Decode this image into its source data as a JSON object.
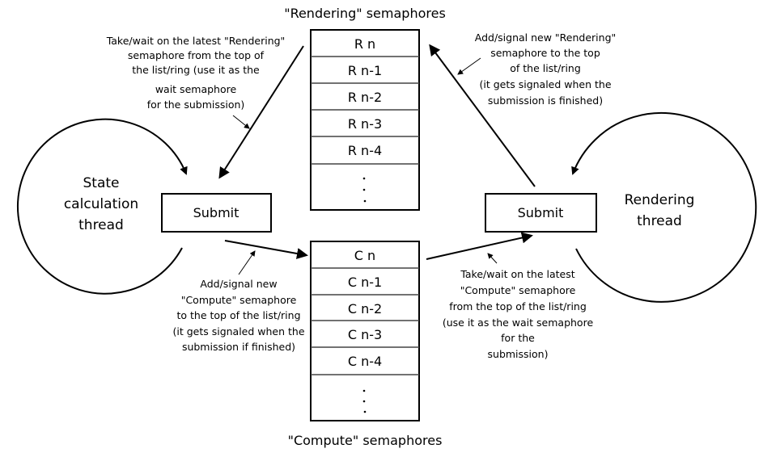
{
  "diagram": {
    "rendering_stack": {
      "title": "\"Rendering\" semaphores",
      "cells": [
        "R n",
        "R n-1",
        "R n-2",
        "R n-3",
        "R n-4"
      ],
      "ellipsis": "⋮"
    },
    "compute_stack": {
      "title": "\"Compute\" semaphores",
      "cells": [
        "C n",
        "C n-1",
        "C n-2",
        "C n-3",
        "C n-4"
      ],
      "ellipsis": "⋮"
    },
    "left_thread": {
      "lines": [
        "State",
        "calculation",
        "thread"
      ],
      "submit_label": "Submit",
      "loop_icon": "circular-arrow-icon"
    },
    "right_thread": {
      "lines": [
        "Rendering",
        "thread"
      ],
      "submit_label": "Submit",
      "loop_icon": "circular-arrow-icon"
    },
    "notes": {
      "take_rendering": [
        "Take/wait on the latest \"Rendering\"",
        "semaphore from the top of",
        "the list/ring (use it as the",
        "wait semaphore",
        "for the submission)"
      ],
      "add_rendering": [
        "Add/signal new \"Rendering\"",
        "semaphore to the top",
        "of the list/ring",
        "(it gets signaled when the",
        "submission is finished)"
      ],
      "add_compute": [
        "Add/signal new",
        "\"Compute\" semaphore",
        "to the top of the list/ring",
        "(it gets signaled when the",
        "submission if finished)"
      ],
      "take_compute": [
        "Take/wait on the latest",
        "\"Compute\" semaphore",
        "from the top of the list/ring",
        "(use it as the wait semaphore",
        "for the",
        "submission)"
      ]
    }
  }
}
